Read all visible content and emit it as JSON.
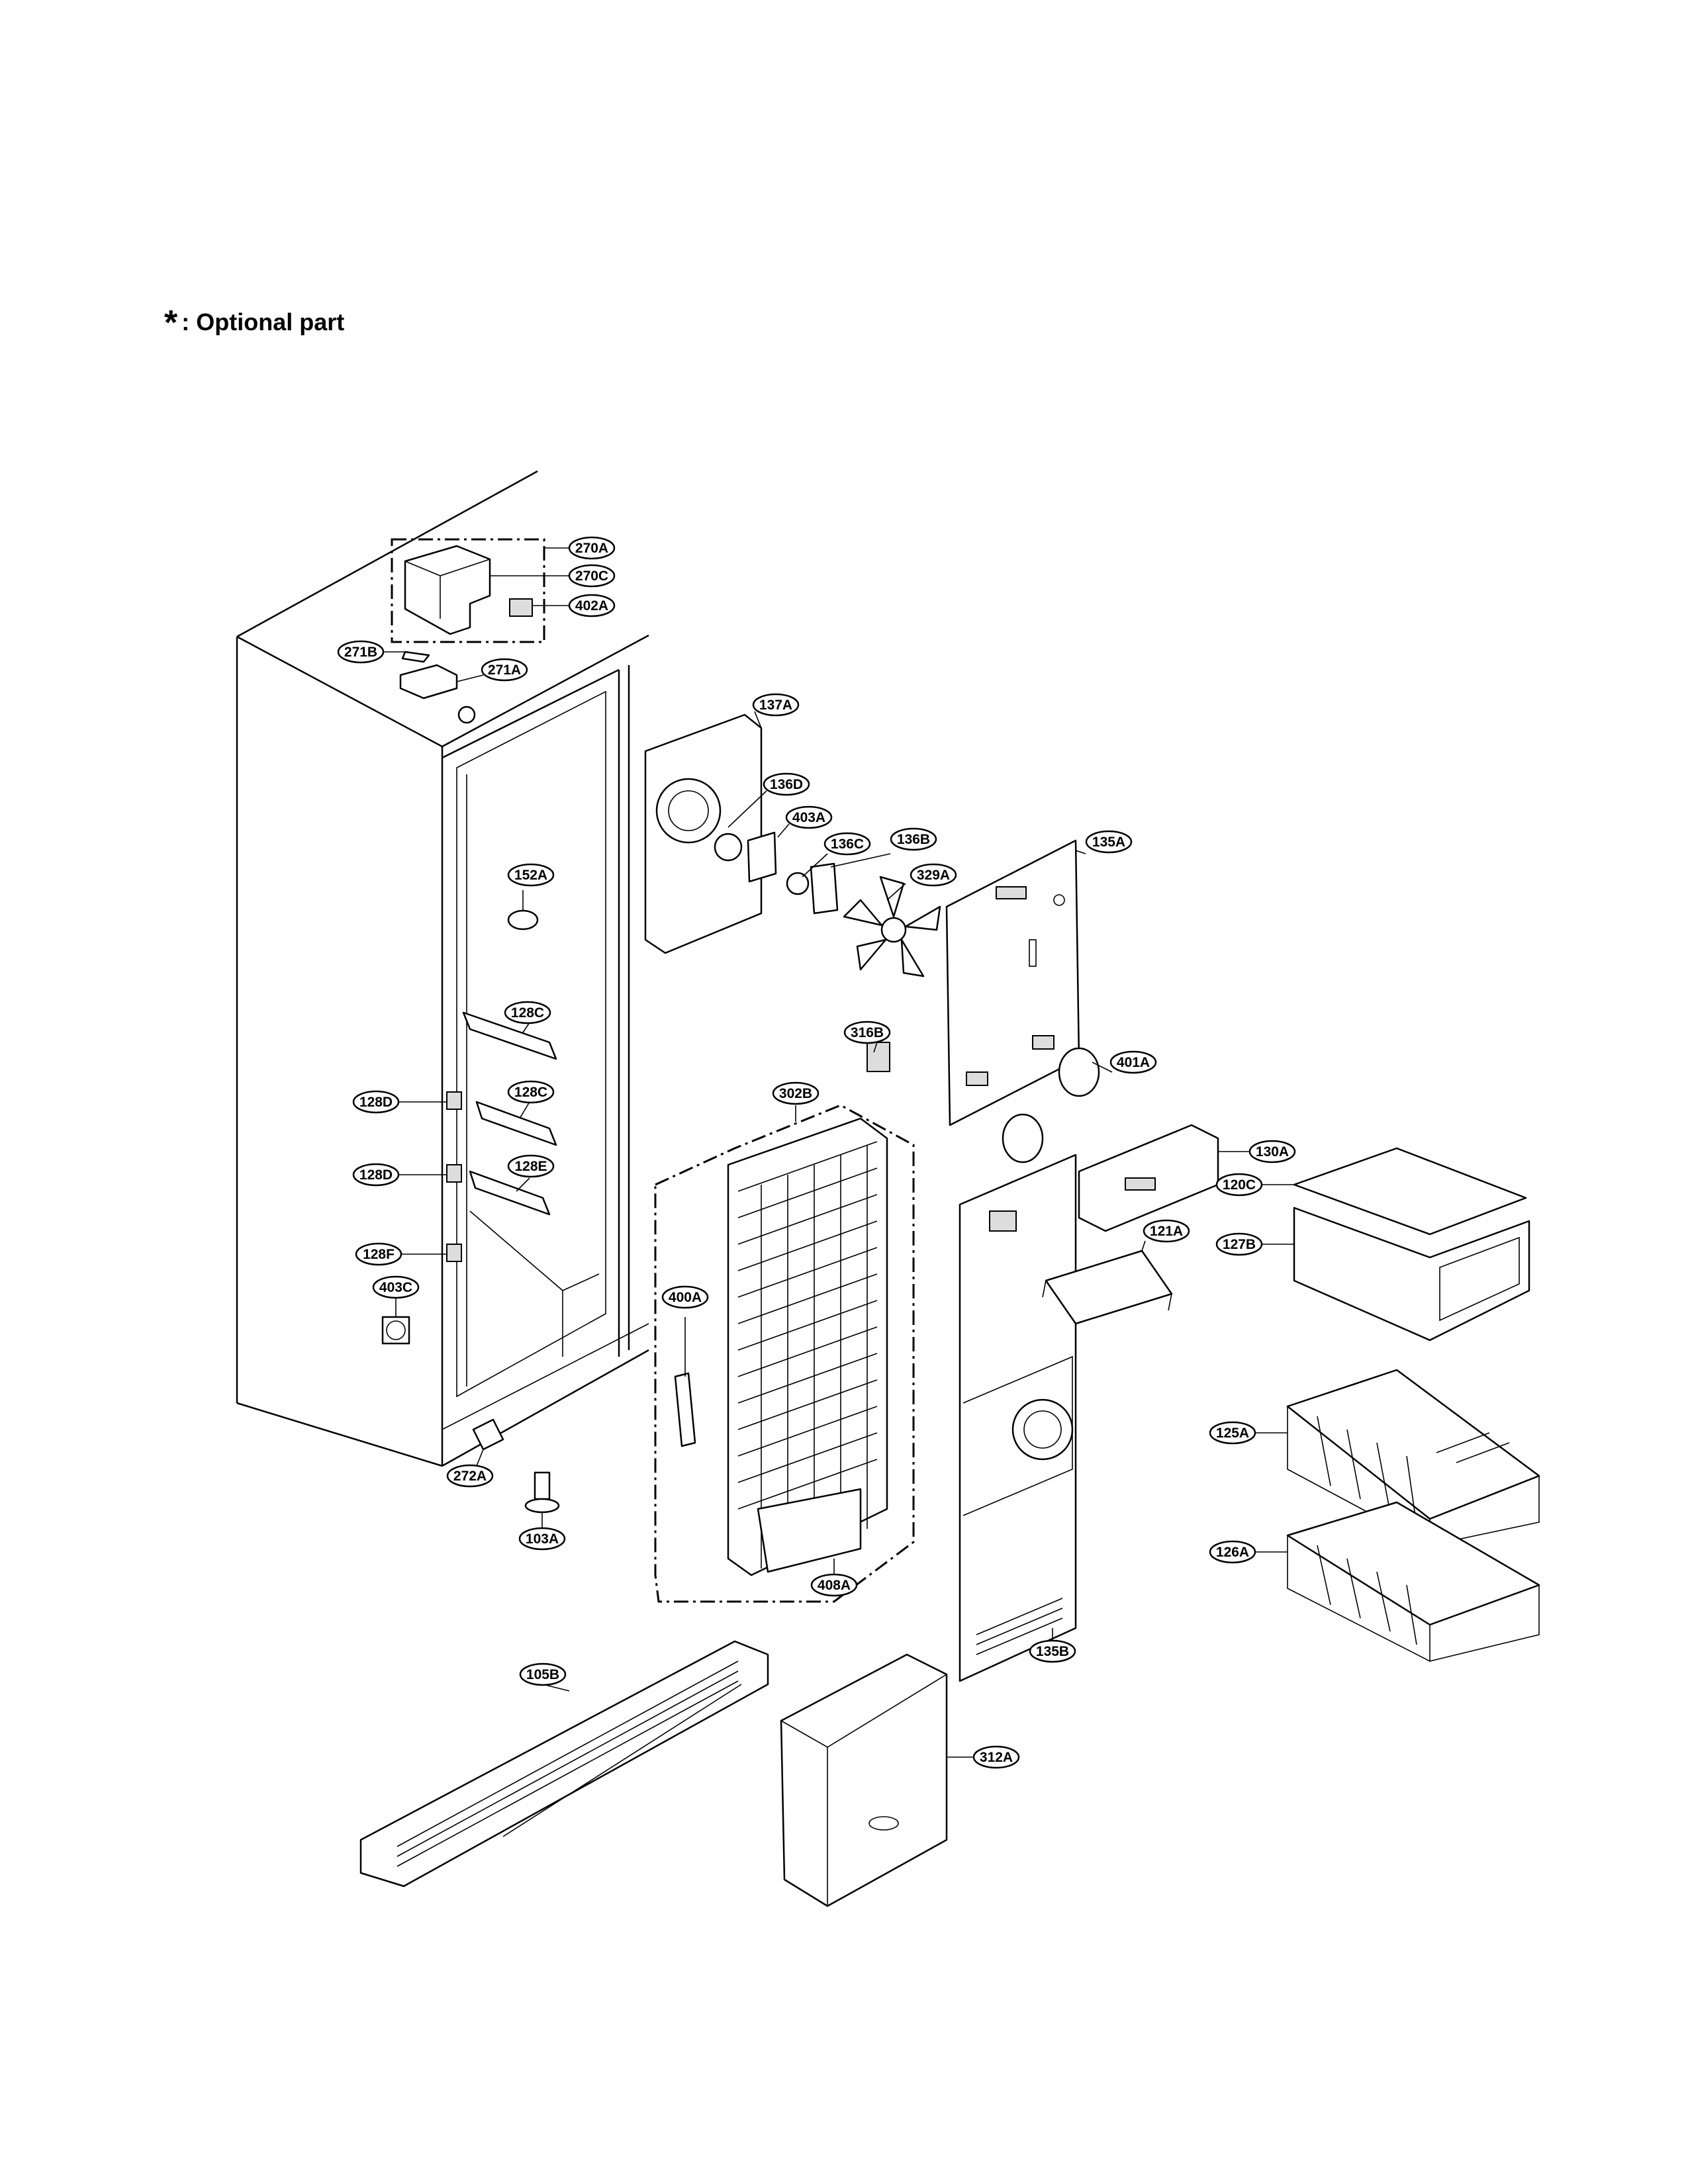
{
  "legend": {
    "symbol": "*",
    "text": ": Optional part"
  },
  "callouts": [
    "270A",
    "270C",
    "402A",
    "271B",
    "271A",
    "137A",
    "136D",
    "403A",
    "136C",
    "136B",
    "135A",
    "329A",
    "152A",
    "128C",
    "128C",
    "128D",
    "128E",
    "128D",
    "128F",
    "316B",
    "302B",
    "401A",
    "130A",
    "120C",
    "127B",
    "121A",
    "403C",
    "400A",
    "125A",
    "126A",
    "272A",
    "103A",
    "408A",
    "135B",
    "105B",
    "312A"
  ]
}
